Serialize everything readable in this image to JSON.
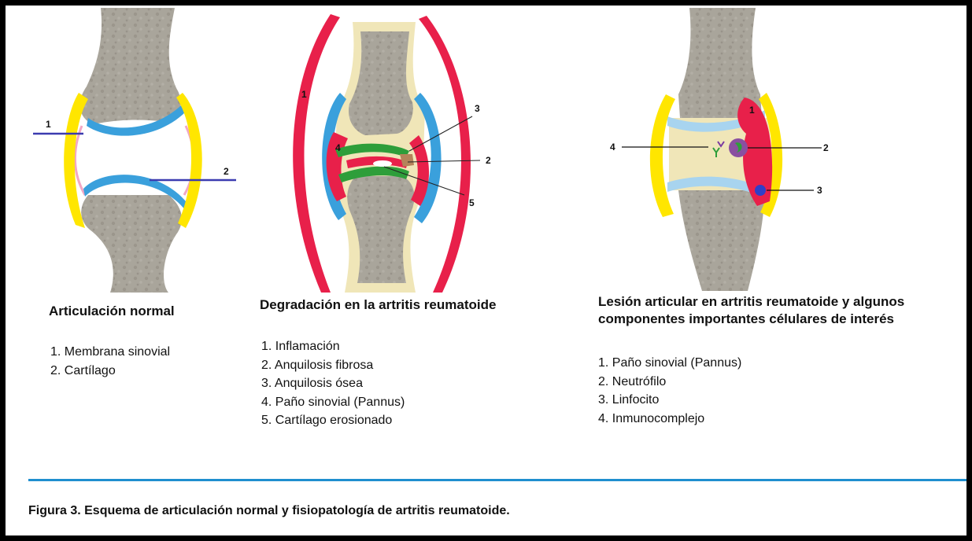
{
  "panels": [
    {
      "title": "Articulación normal",
      "items": [
        "1. Membrana sinovial",
        "2. Cartílago"
      ],
      "markers": [
        "1",
        "2"
      ]
    },
    {
      "title": "Degradación en la artritis reumatoide",
      "items": [
        "1. Inflamación",
        "2. Anquilosis fibrosa",
        "3. Anquilosis ósea",
        "4. Paño sinovial (Pannus)",
        "5. Cartílago erosionado"
      ],
      "markers": [
        "1",
        "2",
        "3",
        "4",
        "5"
      ]
    },
    {
      "title_lines": [
        "Lesión articular en artritis reumatoide y algunos",
        "componentes importantes célulares de interés"
      ],
      "items": [
        "1. Paño sinovial (Pannus)",
        "2. Neutrófilo",
        "3. Linfocito",
        "4. Inmunocomplejo"
      ],
      "markers": [
        "1",
        "2",
        "3",
        "4"
      ]
    }
  ],
  "caption": "Figura 3. Esquema de articulación normal y fisiopatología de artritis reumatoide.",
  "colors": {
    "bone": "#a8a49a",
    "cartilage": "#3aa0dc",
    "synovial_membrane": "#ffe600",
    "joint_capsule": "#f0e6b8",
    "inflammation": "#e8204a",
    "pannus": "#2e9e3a",
    "rule": "#1f8fcf"
  }
}
